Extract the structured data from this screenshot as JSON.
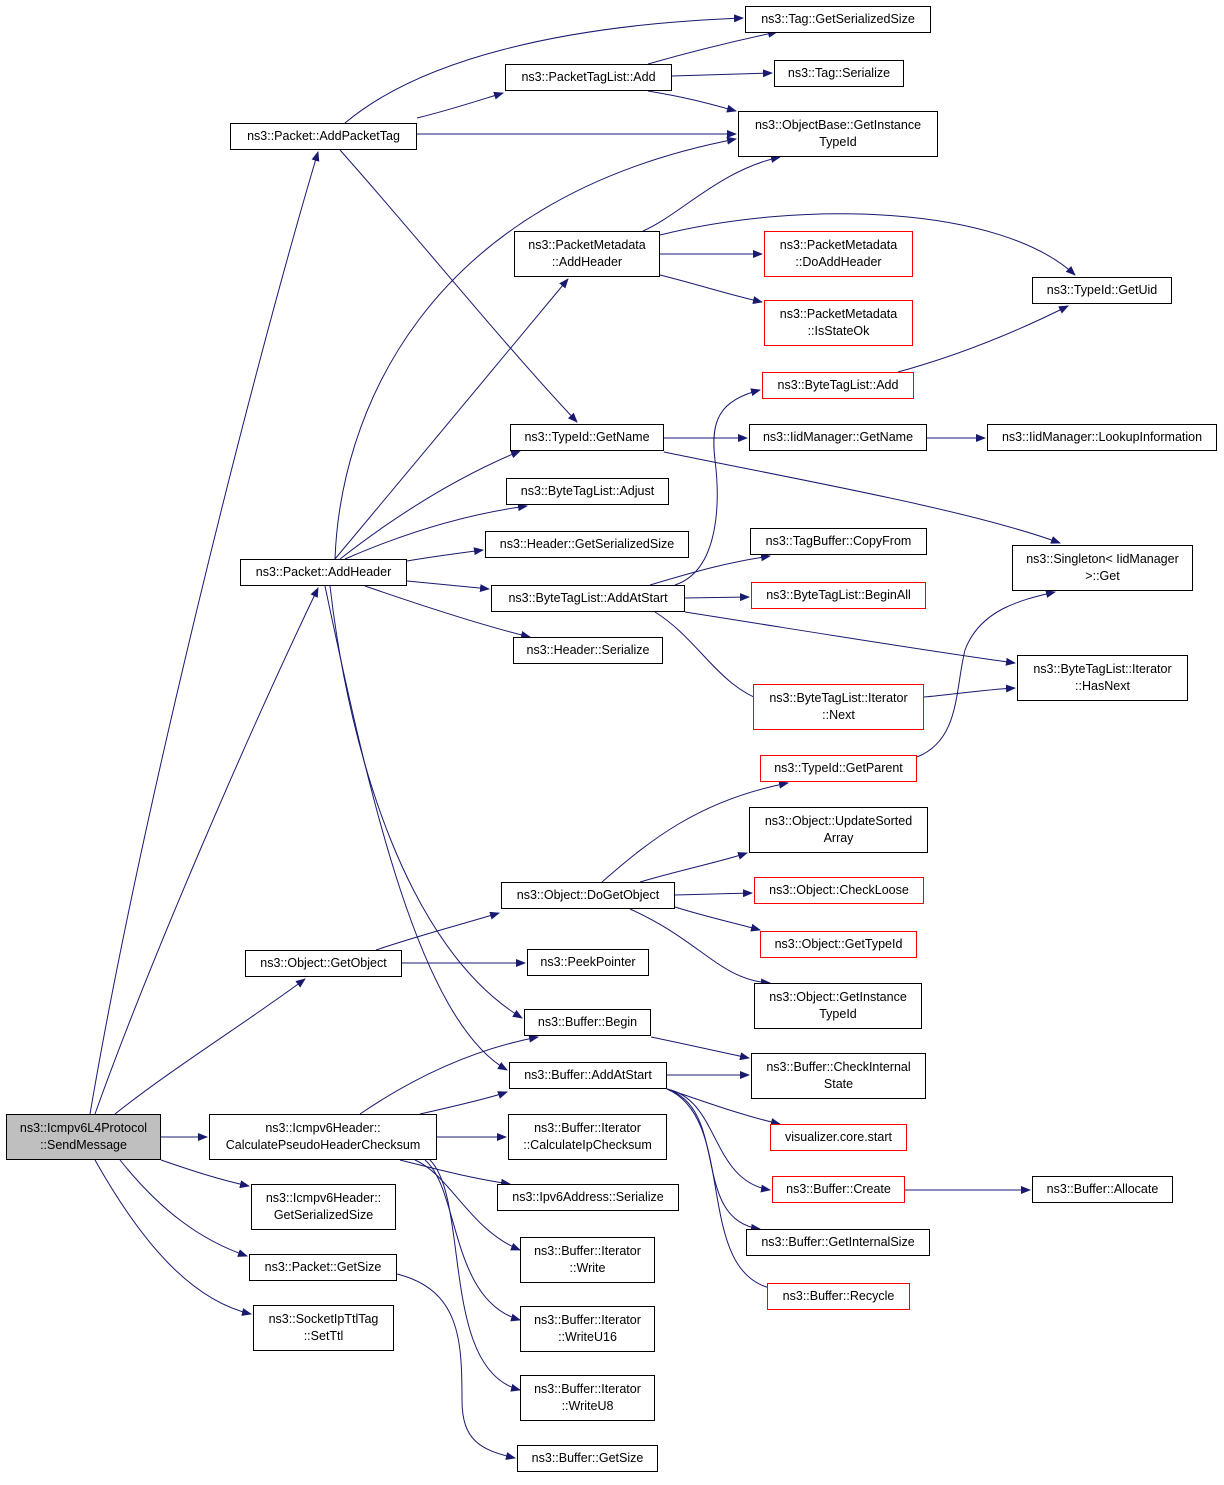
{
  "colors": {
    "edge": "#191970",
    "node_border": "#000000",
    "incomplete_border": "#ff0000",
    "root_fill": "#bfbfbf"
  },
  "nodes": {
    "send_message": [
      "ns3::Icmpv6L4Protocol",
      "::SendMessage"
    ],
    "add_packet_tag": [
      "ns3::Packet::AddPacketTag"
    ],
    "add_header": [
      "ns3::Packet::AddHeader"
    ],
    "get_object": [
      "ns3::Object::GetObject"
    ],
    "calc_pseudo": [
      "ns3::Icmpv6Header::",
      "CalculatePseudoHeaderChecksum"
    ],
    "icmp_get_serialized_size": [
      "ns3::Icmpv6Header::",
      "GetSerializedSize"
    ],
    "packet_get_size": [
      "ns3::Packet::GetSize"
    ],
    "socket_ttl": [
      "ns3::SocketIpTtlTag",
      "::SetTtl"
    ],
    "tag_get_serialized_size": [
      "ns3::Tag::GetSerializedSize"
    ],
    "ptl_add": [
      "ns3::PacketTagList::Add"
    ],
    "tag_serialize": [
      "ns3::Tag::Serialize"
    ],
    "objbase_typeid": [
      "ns3::ObjectBase::GetInstance",
      "TypeId"
    ],
    "pm_add_header": [
      "ns3::PacketMetadata",
      "::AddHeader"
    ],
    "pm_do_add_header": [
      "ns3::PacketMetadata",
      "::DoAddHeader"
    ],
    "pm_is_state_ok": [
      "ns3::PacketMetadata",
      "::IsStateOk"
    ],
    "typeid_get_uid": [
      "ns3::TypeId::GetUid"
    ],
    "btl_add": [
      "ns3::ByteTagList::Add"
    ],
    "typeid_get_name": [
      "ns3::TypeId::GetName"
    ],
    "iid_get_name": [
      "ns3::IidManager::GetName"
    ],
    "iid_lookup": [
      "ns3::IidManager::LookupInformation"
    ],
    "btl_adjust": [
      "ns3::ByteTagList::Adjust"
    ],
    "header_get_serialized_size": [
      "ns3::Header::GetSerializedSize"
    ],
    "tagbuffer_copy": [
      "ns3::TagBuffer::CopyFrom"
    ],
    "singleton_get": [
      "ns3::Singleton< IidManager",
      ">::Get"
    ],
    "btl_add_at_start": [
      "ns3::ByteTagList::AddAtStart"
    ],
    "btl_begin_all": [
      "ns3::ByteTagList::BeginAll"
    ],
    "header_serialize": [
      "ns3::Header::Serialize"
    ],
    "btl_it_has_next": [
      "ns3::ByteTagList::Iterator",
      "::HasNext"
    ],
    "btl_it_next": [
      "ns3::ByteTagList::Iterator",
      "::Next"
    ],
    "typeid_get_parent": [
      "ns3::TypeId::GetParent"
    ],
    "obj_update_sorted": [
      "ns3::Object::UpdateSorted",
      "Array"
    ],
    "obj_do_get_object": [
      "ns3::Object::DoGetObject"
    ],
    "obj_check_loose": [
      "ns3::Object::CheckLoose"
    ],
    "obj_get_typeid": [
      "ns3::Object::GetTypeId"
    ],
    "peek_pointer": [
      "ns3::PeekPointer"
    ],
    "obj_get_instance_typeid": [
      "ns3::Object::GetInstance",
      "TypeId"
    ],
    "buf_begin": [
      "ns3::Buffer::Begin"
    ],
    "buf_check_internal": [
      "ns3::Buffer::CheckInternal",
      "State"
    ],
    "buf_add_at_start": [
      "ns3::Buffer::AddAtStart"
    ],
    "visualizer_start": [
      "visualizer.core.start"
    ],
    "buf_it_calc_checksum": [
      "ns3::Buffer::Iterator",
      "::CalculateIpChecksum"
    ],
    "ipv6_serialize": [
      "ns3::Ipv6Address::Serialize"
    ],
    "buf_create": [
      "ns3::Buffer::Create"
    ],
    "buf_allocate": [
      "ns3::Buffer::Allocate"
    ],
    "buf_get_internal_size": [
      "ns3::Buffer::GetInternalSize"
    ],
    "buf_it_write": [
      "ns3::Buffer::Iterator",
      "::Write"
    ],
    "buf_recycle": [
      "ns3::Buffer::Recycle"
    ],
    "buf_it_write_u16": [
      "ns3::Buffer::Iterator",
      "::WriteU16"
    ],
    "buf_it_write_u8": [
      "ns3::Buffer::Iterator",
      "::WriteU8"
    ],
    "buf_get_size": [
      "ns3::Buffer::GetSize"
    ]
  }
}
